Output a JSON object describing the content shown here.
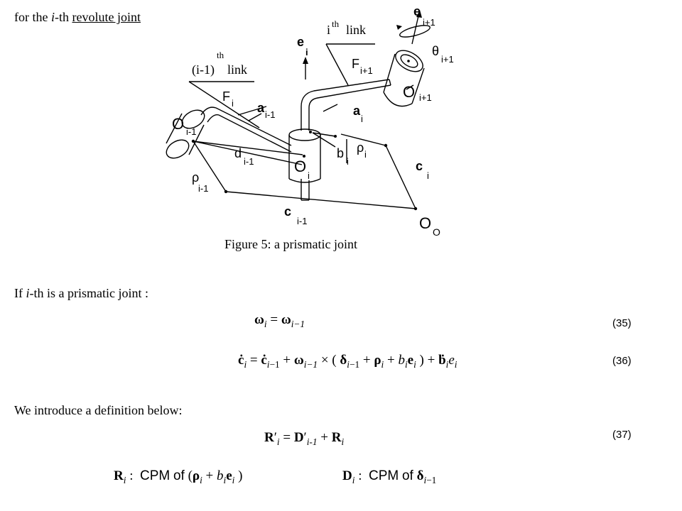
{
  "header": {
    "prefix": "for the ",
    "i": "i",
    "mid": "-th ",
    "underlined": "revolute joint"
  },
  "figure": {
    "caption": "Figure 5: a prismatic joint",
    "labels": {
      "e_i": "e",
      "e_i_sub": "i",
      "e_i1": "e",
      "e_i1_sub": "i+1",
      "ith_link_i": "i",
      "ith_link_th": "th",
      "ith_link_word": "link",
      "theta": "θ",
      "theta_sub": "i+1",
      "F_i1": "F",
      "F_i1_sub": "i+1",
      "im1_link_pre": "(i-1)",
      "im1_link_th": "th",
      "im1_link_word": "link",
      "F_i": "F",
      "F_i_sub": "i",
      "a_im1": "a",
      "a_im1_sub": "i-1",
      "a_i": "a",
      "a_i_sub": "i",
      "O_i1": "O",
      "O_i1_sub": "i+1",
      "O_im1": "O",
      "O_im1_sub": "i-1",
      "d_im1": "d",
      "d_im1_sub": "i-1",
      "b_i": "b",
      "b_i_sub": "i",
      "rho_i": "ρ",
      "rho_i_sub": "i",
      "O_i": "O",
      "O_i_sub": "i",
      "c_i": "c",
      "c_i_sub": "i",
      "rho_im1": "ρ",
      "rho_im1_sub": "i-1",
      "c_im1": "c",
      "c_im1_sub": "i-1",
      "O_O": "O",
      "O_O_sub": "O"
    }
  },
  "prismatic_heading": {
    "prefix": "If ",
    "i": "i",
    "rest": "-th is a prismatic joint :"
  },
  "equations": {
    "eq35": {
      "number": "(35)"
    },
    "eq36": {
      "number": "(36)"
    },
    "eq37": {
      "number": "(37)"
    }
  },
  "definition_text": "We introduce a definition below:",
  "bottom": {
    "R_text": "CPM",
    "of": "of",
    "D_text": "CPM",
    "colon": ":"
  }
}
